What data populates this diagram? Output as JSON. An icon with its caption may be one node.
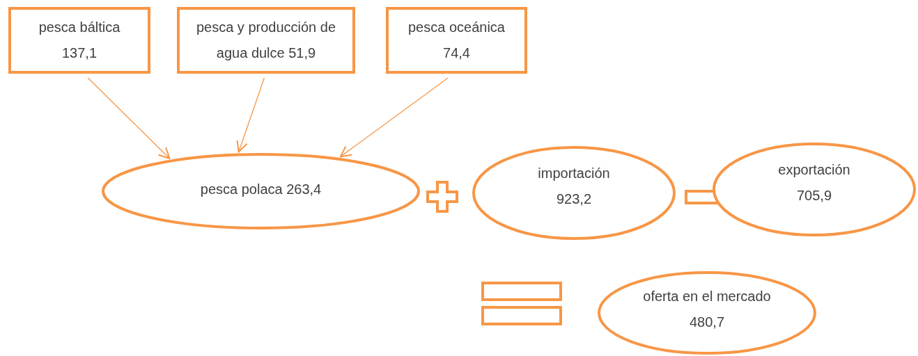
{
  "diagram": {
    "nodes": [
      {
        "text": [
          "pesca báltica 137,1"
        ]
      },
      {
        "text": [
          "pesca y producción de agua dulce 51,9"
        ]
      },
      {
        "text": [
          "pesca oceánica 74,4"
        ]
      },
      {
        "text": [
          "pesca polaca 263,4"
        ]
      },
      {
        "text": [
          "importación 923,2"
        ]
      },
      {
        "text": [
          "exportación 705,9"
        ]
      },
      {
        "text": [
          "oferta en el mercado 480,7"
        ]
      }
    ],
    "edges": [
      {
        "from": 0,
        "to": 3,
        "arrow": "to"
      },
      {
        "from": 1,
        "to": 3,
        "arrow": "to"
      },
      {
        "from": 2,
        "to": 3,
        "arrow": "to"
      }
    ]
  }
}
